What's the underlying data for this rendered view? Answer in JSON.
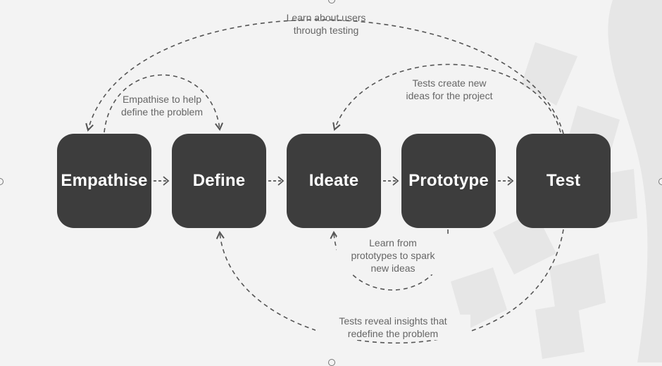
{
  "stages": [
    {
      "id": "empathise",
      "label": "Empathise"
    },
    {
      "id": "define",
      "label": "Define"
    },
    {
      "id": "ideate",
      "label": "Ideate"
    },
    {
      "id": "prototype",
      "label": "Prototype"
    },
    {
      "id": "test",
      "label": "Test"
    }
  ],
  "loops": [
    {
      "id": "users-testing",
      "text": "Learn about users\nthrough testing"
    },
    {
      "id": "empathise-define",
      "text": "Empathise to help\ndefine the problem"
    },
    {
      "id": "test-ideate",
      "text": "Tests create new\nideas for the project"
    },
    {
      "id": "prototype-ideate",
      "text": "Learn from\nprototypes to spark\nnew ideas"
    },
    {
      "id": "test-define",
      "text": "Tests reveal insights that\nredefine the problem"
    }
  ],
  "colors": {
    "background": "#f3f3f3",
    "node_fill": "#3d3d3d",
    "node_text": "#ffffff",
    "connector": "#555555",
    "note_text": "#666666",
    "watermark": "#e4e4e4"
  }
}
